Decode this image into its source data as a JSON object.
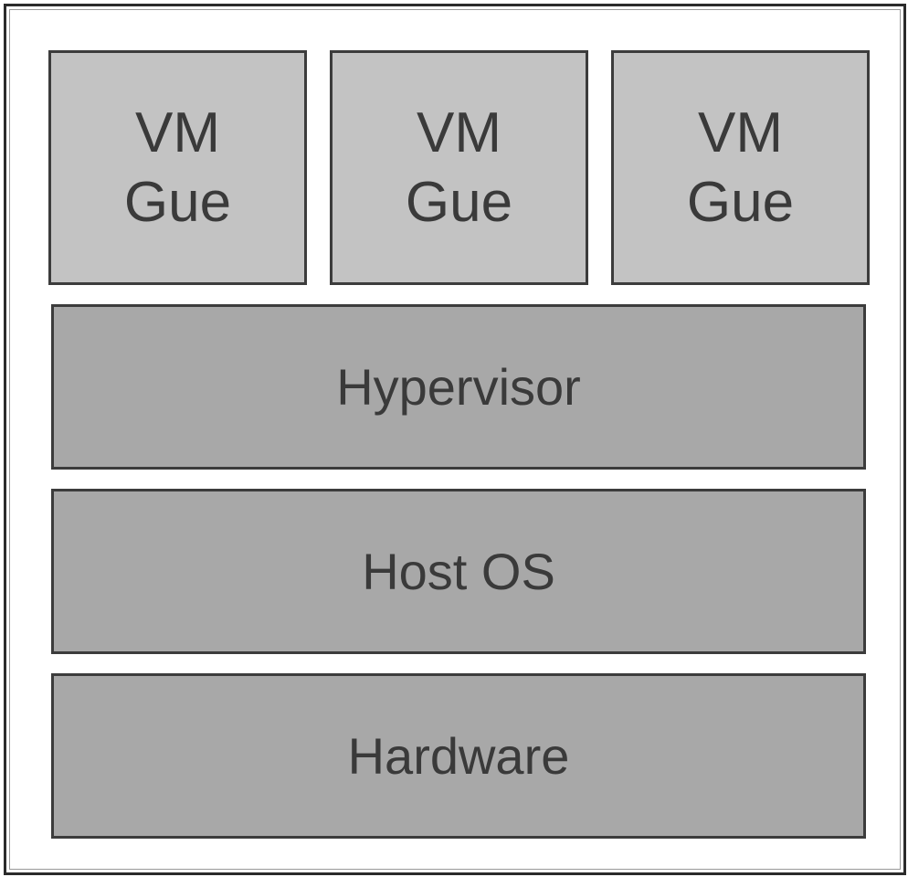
{
  "diagram": {
    "vms": [
      {
        "line1": "VM",
        "line2": "Gue"
      },
      {
        "line1": "VM",
        "line2": "Gue"
      },
      {
        "line1": "VM",
        "line2": "Gue"
      }
    ],
    "layers": {
      "hypervisor": "Hypervisor",
      "host_os": "Host OS",
      "hardware": "Hardware"
    }
  },
  "colors": {
    "vm_fill": "#c3c3c3",
    "layer_fill": "#a8a8a8",
    "border": "#3c3c3c",
    "text": "#3a3a3a"
  }
}
